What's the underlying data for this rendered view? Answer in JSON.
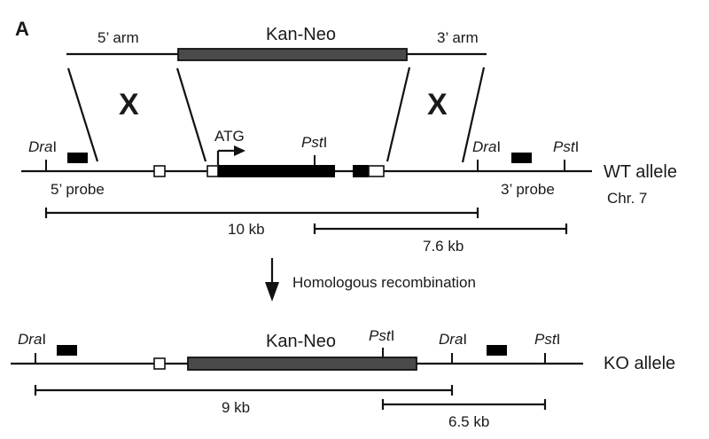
{
  "figure": {
    "panel_label": "A",
    "targeting_vector": {
      "arm5_label": "5’ arm",
      "cassette_label": "Kan-Neo",
      "arm3_label": "3’ arm",
      "crossover_symbol": "X"
    },
    "wt_allele": {
      "label": "WT allele",
      "chromosome": "Chr. 7",
      "start_codon_label": "ATG",
      "sites": {
        "dra1_left": {
          "prefix": "Dra",
          "suffix": "I"
        },
        "pst1_exon": {
          "prefix": "Pst",
          "suffix": "I"
        },
        "dra1_right": {
          "prefix": "Dra",
          "suffix": "I"
        },
        "pst1_right": {
          "prefix": "Pst",
          "suffix": "I"
        }
      },
      "probe5_label": "5’ probe",
      "probe3_label": "3’ probe",
      "fragments": [
        {
          "label": "10 kb",
          "enzyme": "DraI"
        },
        {
          "label": "7.6 kb",
          "enzyme": "PstI"
        }
      ]
    },
    "process": {
      "label": "Homologous recombination"
    },
    "ko_allele": {
      "label": "KO allele",
      "cassette_label": "Kan-Neo",
      "sites": {
        "dra1_left": {
          "prefix": "Dra",
          "suffix": "I"
        },
        "pst1_cassette": {
          "prefix": "Pst",
          "suffix": "I"
        },
        "dra1_right": {
          "prefix": "Dra",
          "suffix": "I"
        },
        "pst1_right": {
          "prefix": "Pst",
          "suffix": "I"
        }
      },
      "fragments": [
        {
          "label": "9 kb",
          "enzyme": "DraI"
        },
        {
          "label": "6.5 kb",
          "enzyme": "PstI"
        }
      ]
    },
    "colors": {
      "cassette_fill": "#4a4a4a",
      "exon_coding_fill": "#000000",
      "exon_utr_fill": "#ffffff",
      "probe_fill": "#000000",
      "line": "#111111"
    }
  }
}
